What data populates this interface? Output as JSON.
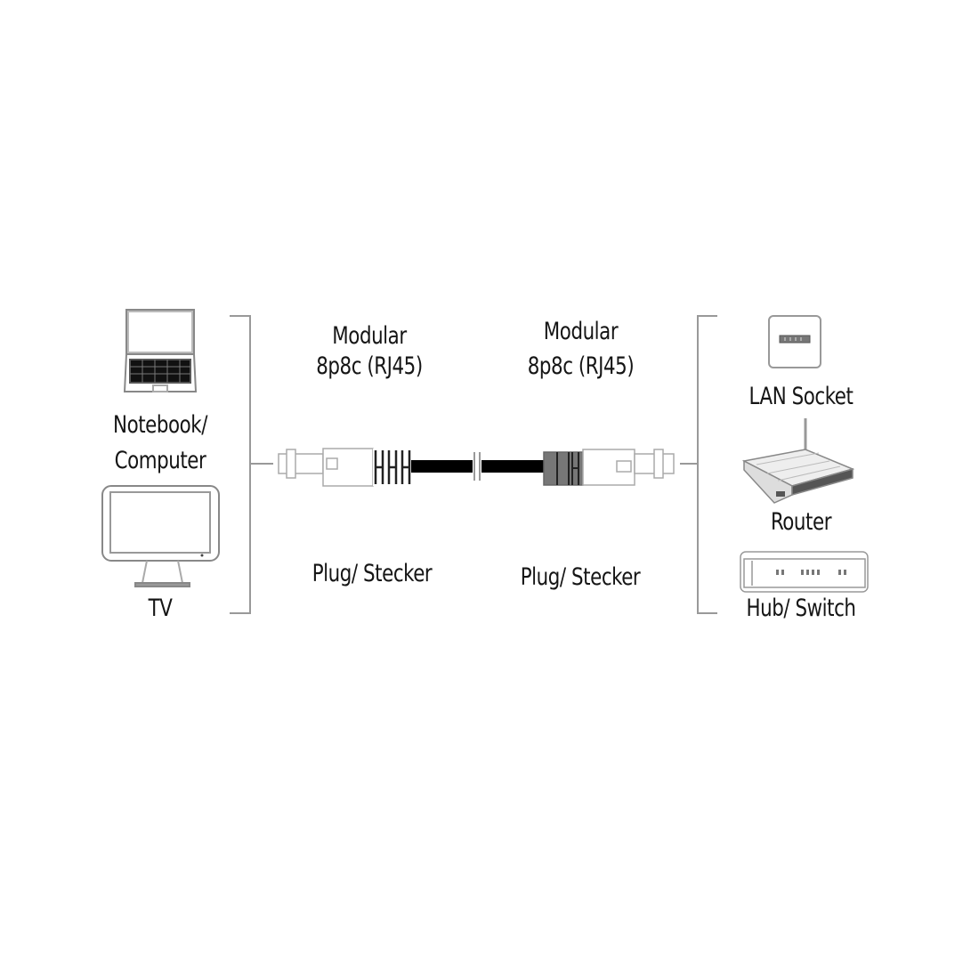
{
  "diagram": {
    "type": "RJ45 patch cable connection diagram",
    "left_devices": [
      {
        "id": "notebook",
        "label_line1": "Notebook/",
        "label_line2": "Computer",
        "icon": "laptop-icon"
      },
      {
        "id": "tv",
        "label": "TV",
        "icon": "tv-icon"
      }
    ],
    "connectors": [
      {
        "side": "left",
        "type_line1": "Modular",
        "type_line2": "8p8c (RJ45)",
        "kind": "Plug/ Stecker"
      },
      {
        "side": "right",
        "type_line1": "Modular",
        "type_line2": "8p8c (RJ45)",
        "kind": "Plug/ Stecker"
      }
    ],
    "right_devices": [
      {
        "id": "lan-socket",
        "label": "LAN Socket",
        "icon": "wall-socket-icon"
      },
      {
        "id": "router",
        "label": "Router",
        "icon": "router-icon"
      },
      {
        "id": "hub-switch",
        "label": "Hub/ Switch",
        "icon": "switch-icon"
      }
    ],
    "colors": {
      "line": "#999999",
      "cable": "#000000",
      "text": "#151515",
      "background": "#ffffff"
    }
  }
}
